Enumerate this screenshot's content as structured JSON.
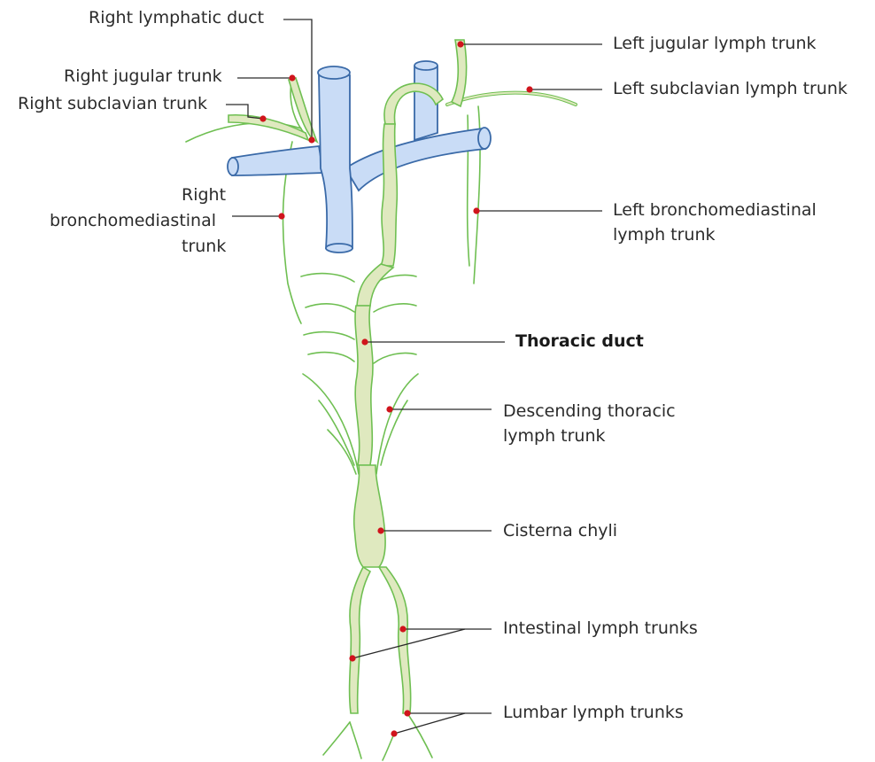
{
  "labels": {
    "right_lymphatic_duct": "Right lymphatic duct",
    "right_jugular_trunk": "Right jugular trunk",
    "right_subclavian_trunk": "Right subclavian trunk",
    "right_broncho_line1": "Right",
    "right_broncho_line2": "bronchomediastinal",
    "right_broncho_line3": "trunk",
    "left_jugular": "Left jugular lymph trunk",
    "left_subclavian": "Left subclavian lymph trunk",
    "left_broncho_line1": "Left bronchomediastinal",
    "left_broncho_line2": "lymph trunk",
    "thoracic_duct": "Thoracic duct",
    "descending_line1": "Descending thoracic",
    "descending_line2": "lymph trunk",
    "cisterna_chyli": "Cisterna chyli",
    "intestinal": "Intestinal lymph trunks",
    "lumbar": "Lumbar lymph trunks"
  },
  "colors": {
    "vein_fill": "#c9dcf6",
    "vein_stroke": "#3a6aa8",
    "lymph_fill": "#dfe9bf",
    "lymph_stroke": "#6fbf52",
    "leader": "#2a2a2a",
    "marker": "#d0141c"
  }
}
